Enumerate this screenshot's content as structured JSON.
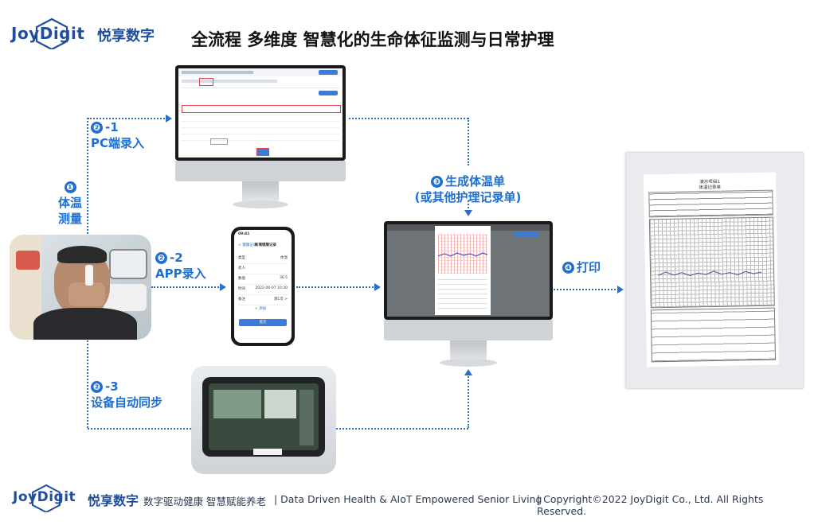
{
  "header": {
    "logo_word": "JoyDigit",
    "logo_cn": "悦享数字",
    "title": "全流程 多维度 智慧化的生命体征监测与日常护理"
  },
  "steps": {
    "s1": {
      "num": "❶",
      "line1": "体温",
      "line2": "测量"
    },
    "s21": {
      "num": "❷",
      "label_num": "-1",
      "text": "PC端录入"
    },
    "s22": {
      "num": "❷",
      "label_num": "-2",
      "text": "APP录入"
    },
    "s23": {
      "num": "❷",
      "label_num": "-3",
      "text": "设备自动同步"
    },
    "s3": {
      "num": "❸",
      "line1": "生成体温单",
      "line2": "(或其他护理记录单)"
    },
    "s4": {
      "num": "❹",
      "text": "打印"
    }
  },
  "phone": {
    "time": "09:41",
    "title": "新增健康记录",
    "back": "< 健康记录",
    "rows": [
      {
        "k": "类型",
        "v": "体温"
      },
      {
        "k": "老人",
        "v": ""
      },
      {
        "k": "数值",
        "v": "36.5"
      },
      {
        "k": "时间",
        "v": "2022-06-07 10:30"
      },
      {
        "k": "备注",
        "v": "测1次 >"
      }
    ],
    "add": "+ 添加",
    "submit": "提交"
  },
  "print_sheet": {
    "title1": "演示项目1",
    "title2": "体温记录单"
  },
  "footer": {
    "logo_word": "JoyDigit",
    "logo_cn": "悦享数字",
    "slogan_cn": "数字驱动健康 智慧赋能养老",
    "slogan_en": "| Data Driven Health & AIoT Empowered Senior Living",
    "copyright": "| Copyright©2022 JoyDigit Co., Ltd. All Rights Reserved."
  },
  "colors": {
    "accent": "#1f6fd1",
    "brand": "#1f4e9c",
    "connector": "#2b6fc6"
  }
}
